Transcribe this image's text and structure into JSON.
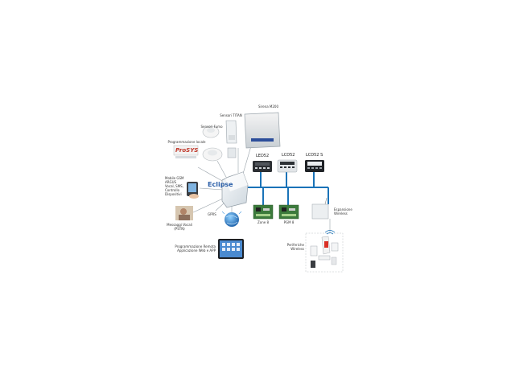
{
  "colors": {
    "bus": "#1a73b8",
    "panel": "#e9eef2",
    "dark_keypad": "#2c2f33",
    "pcb": "#3c7a3c",
    "globe": "#2a7fd4"
  },
  "labels": {
    "sirena": "Sirena M200",
    "sensori_titan": "Sensori TITAN",
    "sensori_fumo": "Sensori Fumo",
    "programmazione_locale": "Programmazione locale",
    "prolite": "ProSYS",
    "mobile_lines": [
      "Mobile GSM",
      "ARGUS",
      "Vocal, SMS,",
      "Controllo",
      "Dispositivi"
    ],
    "messaggi_lines": [
      "Messaggi Vocali",
      "(PSTN)"
    ],
    "eclipse": "Eclipse",
    "gprs": "GPRS",
    "zone8": "Zone 8",
    "pgm8": "PGM 8",
    "led52": "LED52",
    "lcd52": "LCD52",
    "lcd52s": "LCD52 S",
    "espansione_lines": [
      "Espansione",
      "Wireless"
    ],
    "periferiche_lines": [
      "Periferiche",
      "Wireless"
    ],
    "programmazione_remota_lines": [
      "Programmazione Remota",
      "Applicazione Web e APP"
    ]
  }
}
